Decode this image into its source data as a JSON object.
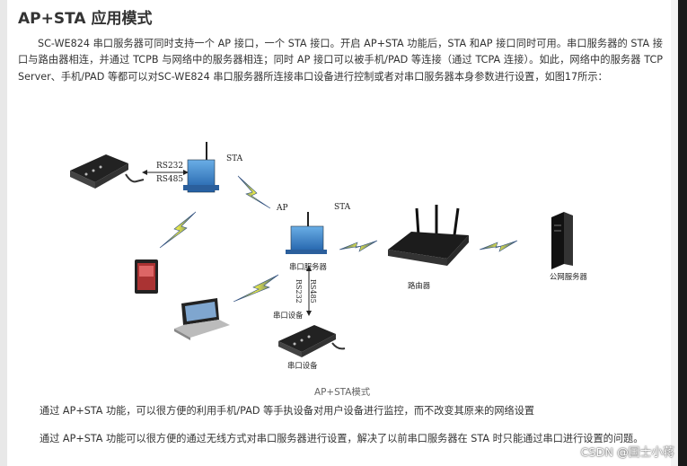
{
  "title": "AP+STA 应用模式",
  "intro": "SC-WE824 串口服务器可同时支持一个 AP 接口，一个 STA 接口。开启 AP+STA 功能后，STA 和AP 接口同时可用。串口服务器的 STA 接口与路由器相连，并通过 TCPB 与网络中的服务器相连；同时 AP 接口可以被手机/PAD 等连接（通过 TCPA 连接）。如此，网络中的服务器 TCP Server、手机/PAD 等都可以对SC-WE824 串口服务器所连接串口设备进行控制或者对串口服务器本身参数进行设置，如图17所示：",
  "diagram": {
    "rs232": "RS232",
    "rs485": "RS485",
    "sta_top": "STA",
    "ap": "AP",
    "sta_mid": "STA",
    "serial_server": "串口服务器",
    "router": "路由器",
    "public_server": "公网服务器",
    "serial_device_1": "串口设备",
    "serial_device_2": "串口设备",
    "v_rs232": "RS232",
    "v_rs485": "RS485",
    "caption": "AP+STA模式"
  },
  "para2": "通过 AP+STA 功能，可以很方便的利用手机/PAD 等手执设备对用户设备进行监控，而不改变其原来的网络设置",
  "para3": "通过 AP+STA 功能可以很方便的通过无线方式对串口服务器进行设置，解决了以前串口服务器在 STA 时只能通过串口进行设置的问题。",
  "watermark": "CSDN @国士小蒋"
}
